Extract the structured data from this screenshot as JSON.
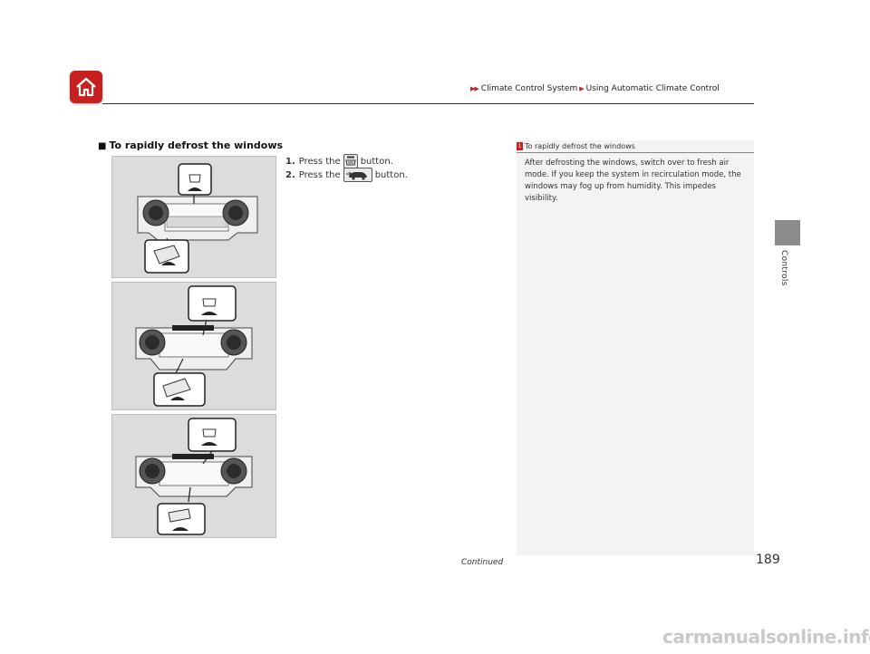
{
  "header": {
    "home_icon": "home-icon",
    "breadcrumb": [
      "Climate Control System",
      "Using Automatic Climate Control"
    ],
    "breadcrumb_arrow": "▶▶"
  },
  "section": {
    "marker": "■",
    "heading": "To rapidly defrost the windows",
    "steps": [
      {
        "num": "1.",
        "pre": "Press the",
        "post": "button.",
        "icon": "front-defrost-icon"
      },
      {
        "num": "2.",
        "pre": "Press the",
        "post": "button.",
        "icon": "fresh-air-icon"
      }
    ]
  },
  "note": {
    "index": "1",
    "title": "To rapidly defrost the windows",
    "body": "After defrosting the windows, switch over to fresh air mode. If you keep the system in recirculation mode, the windows may fog up from humidity. This impedes visibility."
  },
  "side_tab": {
    "label": "Controls"
  },
  "footer": {
    "continued": "Continued",
    "page": "189"
  },
  "watermark": "carmanualsonline.info",
  "colors": {
    "accent": "#c8201e",
    "panel_bg": "#dcdcdc",
    "note_bg": "#f3f3f3",
    "tab": "#8b8b8b"
  }
}
